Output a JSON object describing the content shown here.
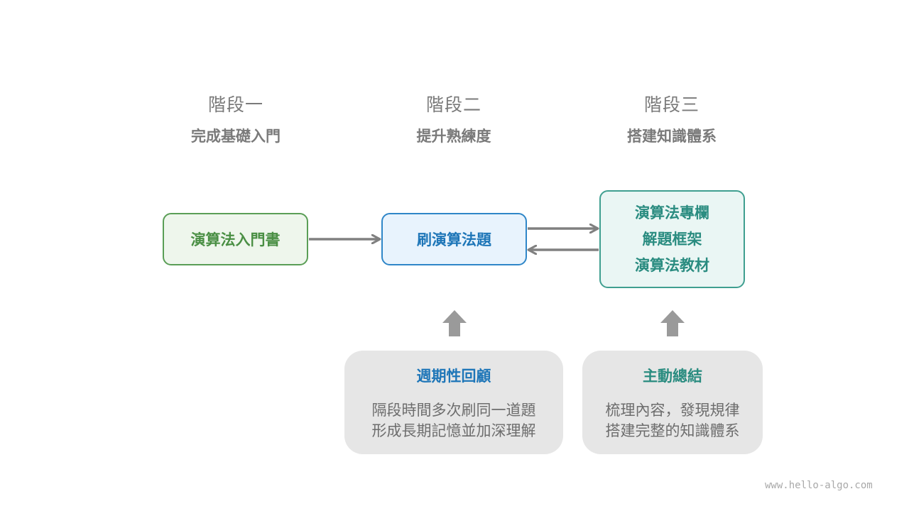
{
  "stages": [
    {
      "title": "階段一",
      "subtitle": "完成基礎入門"
    },
    {
      "title": "階段二",
      "subtitle": "提升熟練度"
    },
    {
      "title": "階段三",
      "subtitle": "搭建知識體系"
    }
  ],
  "boxes": {
    "intro_book": "演算法入門書",
    "practice": "刷演算法題",
    "system_lines": [
      "演算法專欄",
      "解題框架",
      "演算法教材"
    ]
  },
  "cards": {
    "review": {
      "title": "週期性回顧",
      "lines": [
        "隔段時間多次刷同一道題",
        "形成長期記憶並加深理解"
      ]
    },
    "summary": {
      "title": "主動總結",
      "lines": [
        "梳理內容，發現規律",
        "搭建完整的知識體系"
      ]
    }
  },
  "watermark": "www.hello-algo.com",
  "colors": {
    "green": "#4a8f44",
    "blue": "#1e76b8",
    "teal": "#2a8c80",
    "arrow": "#808080",
    "block_arrow": "#9a9a9a"
  }
}
